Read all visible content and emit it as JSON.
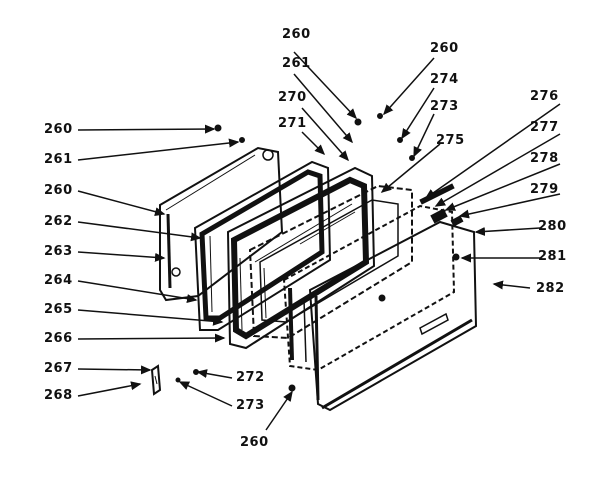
{
  "diagram": {
    "part_numbers": {
      "p260_top_left": "260",
      "p261_top_left": "261",
      "p260_side": "260",
      "p262": "262",
      "p263": "263",
      "p264": "264",
      "p265": "265",
      "p266": "266",
      "p267": "267",
      "p268": "268",
      "p272": "272",
      "p273_bottom": "273",
      "p260_bottom": "260",
      "p260_top_center": "260",
      "p261_top_center": "261",
      "p270": "270",
      "p271": "271",
      "p260_top_right": "260",
      "p274": "274",
      "p273_top": "273",
      "p275": "275",
      "p276": "276",
      "p277": "277",
      "p278": "278",
      "p279": "279",
      "p280": "280",
      "p281": "281",
      "p282": "282"
    }
  }
}
